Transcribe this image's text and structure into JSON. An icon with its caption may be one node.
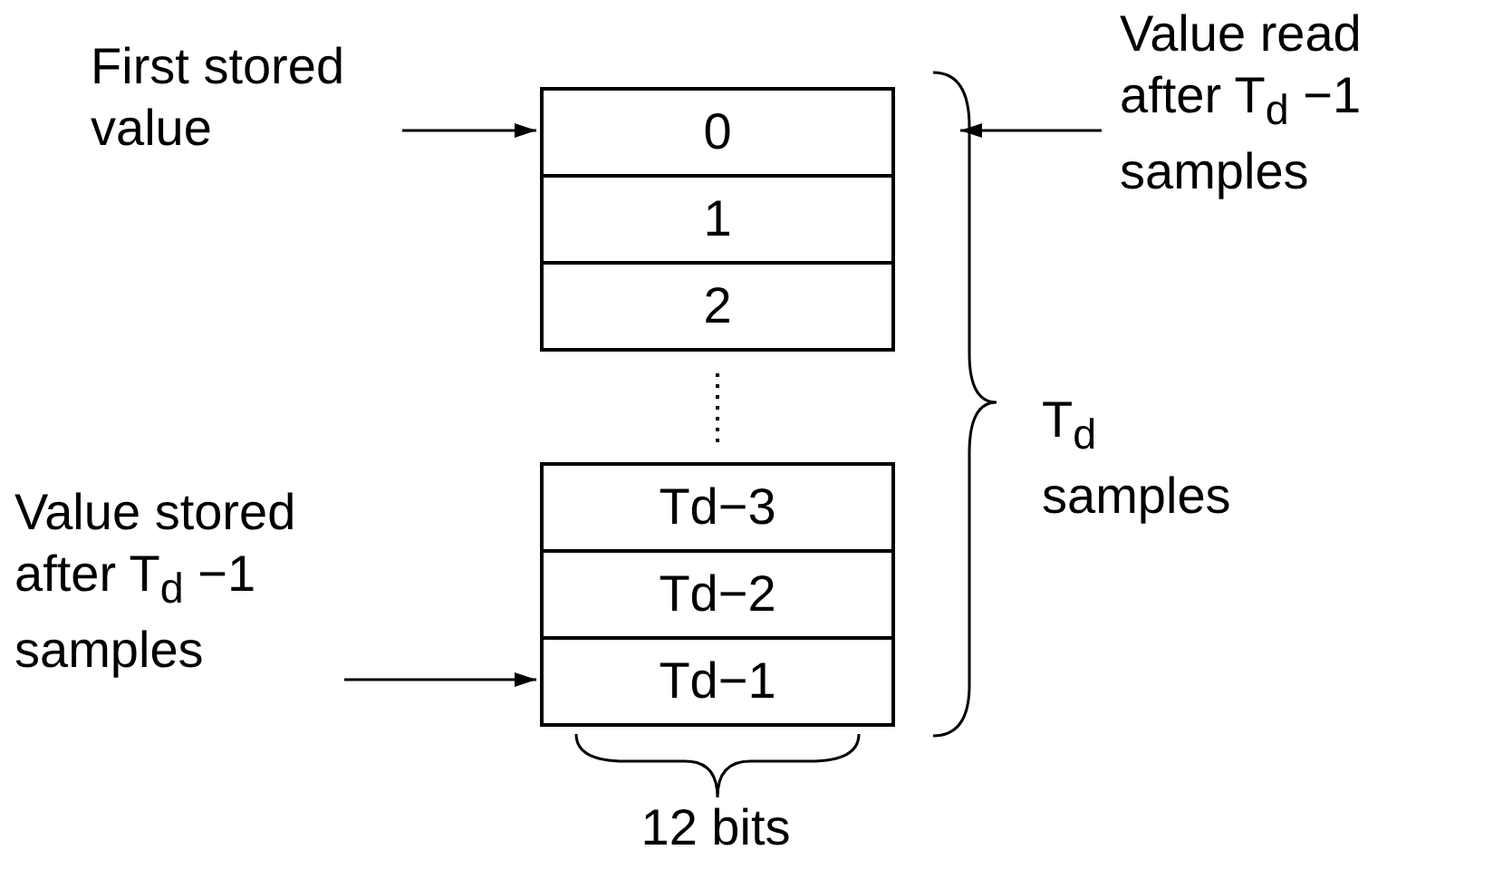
{
  "diagram": {
    "nodes": [
      {
        "text": [
          "First stored value"
        ]
      },
      {
        "text": [
          "0"
        ]
      },
      {
        "text": [
          "1"
        ]
      },
      {
        "text": [
          "2"
        ]
      },
      {
        "text": [
          "Td−3"
        ]
      },
      {
        "text": [
          "Td−2"
        ]
      },
      {
        "text": [
          "Td−1"
        ]
      },
      {
        "text": [
          "Value read after T$_{d}$ −1 samples"
        ]
      },
      {
        "text": [
          "Value stored after T$_{d}$ −1 samples"
        ]
      }
    ],
    "edges": [
      {
        "from": 0,
        "to": 1,
        "arrow": "to"
      },
      {
        "from": 7,
        "to": null,
        "arrow": "to"
      },
      {
        "from": 8,
        "to": 6,
        "arrow": "to"
      }
    ],
    "labels": [
      "T$_{d}$ samples",
      "12 bits"
    ]
  }
}
